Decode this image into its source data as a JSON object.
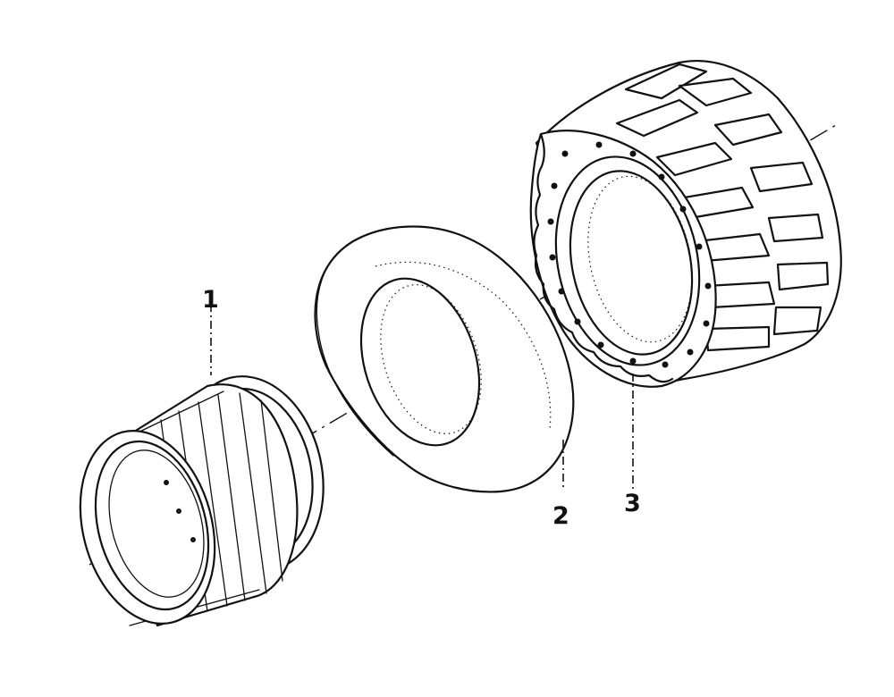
{
  "callouts": [
    {
      "id": "rim",
      "label": "1"
    },
    {
      "id": "inner-liner",
      "label": "2"
    },
    {
      "id": "tire",
      "label": "3"
    }
  ],
  "colors": {
    "line": "#111111",
    "background": "#ffffff"
  }
}
